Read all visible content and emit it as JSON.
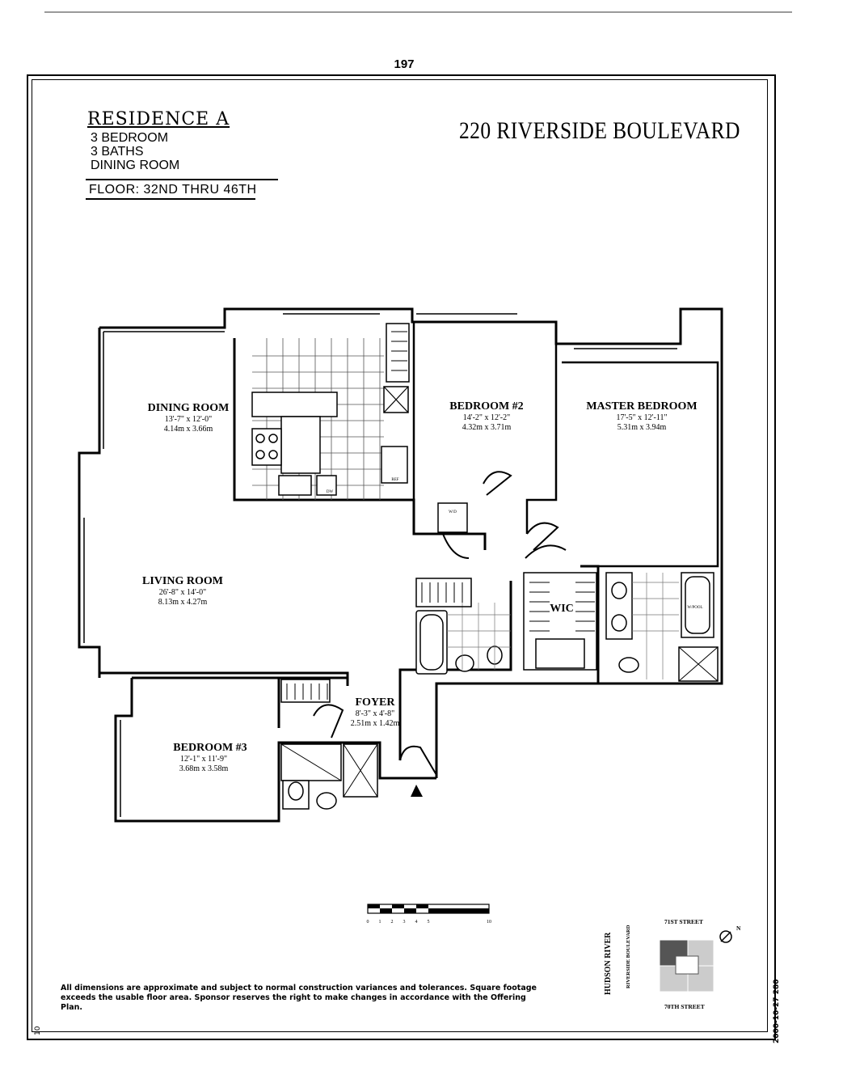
{
  "page_number": "197",
  "residence": {
    "title": "RESIDENCE A",
    "bedrooms": "3 BEDROOM",
    "baths": "3 BATHS",
    "extra": "DINING ROOM",
    "floor": "FLOOR: 32ND THRU 46TH"
  },
  "building_name": "220 RIVERSIDE BOULEVARD",
  "rooms": {
    "dining": {
      "name": "DINING ROOM",
      "imperial": "13'-7\" x 12'-0\"",
      "metric": "4.14m x 3.66m"
    },
    "bedroom2": {
      "name": "BEDROOM #2",
      "imperial": "14'-2\" x 12'-2\"",
      "metric": "4.32m x 3.71m"
    },
    "master": {
      "name": "MASTER BEDROOM",
      "imperial": "17'-5\" x 12'-11\"",
      "metric": "5.31m x 3.94m"
    },
    "living": {
      "name": "LIVING ROOM",
      "imperial": "26'-8\" x 14'-0\"",
      "metric": "8.13m x 4.27m"
    },
    "foyer": {
      "name": "FOYER",
      "imperial": "8'-3\" x 4'-8\"",
      "metric": "2.51m x 1.42m"
    },
    "bedroom3": {
      "name": "BEDROOM #3",
      "imperial": "12'-1\" x 11'-9\"",
      "metric": "3.68m x 3.58m"
    },
    "wic": {
      "name": "WIC"
    }
  },
  "fixtures": {
    "ref": "REF",
    "dw": "DW",
    "wd": "W/D",
    "wpool": "W/POOL"
  },
  "scale_labels": [
    "0",
    "1",
    "2",
    "3",
    "4",
    "5",
    "10"
  ],
  "keyplan": {
    "north_street": "71ST STREET",
    "south_street": "70TH STREET",
    "river": "HUDSON RIVER",
    "boulevard": "RIVERSIDE BOULEVARD",
    "north_label": "N"
  },
  "disclaimer": "All dimensions are approximate and subject to normal construction variances and tolerances. Square footage exceeds the usable floor area. Sponsor reserves the right to make changes in accordance with the Offering Plan.",
  "side_code": "2000-10-27 280",
  "left_code": "10"
}
